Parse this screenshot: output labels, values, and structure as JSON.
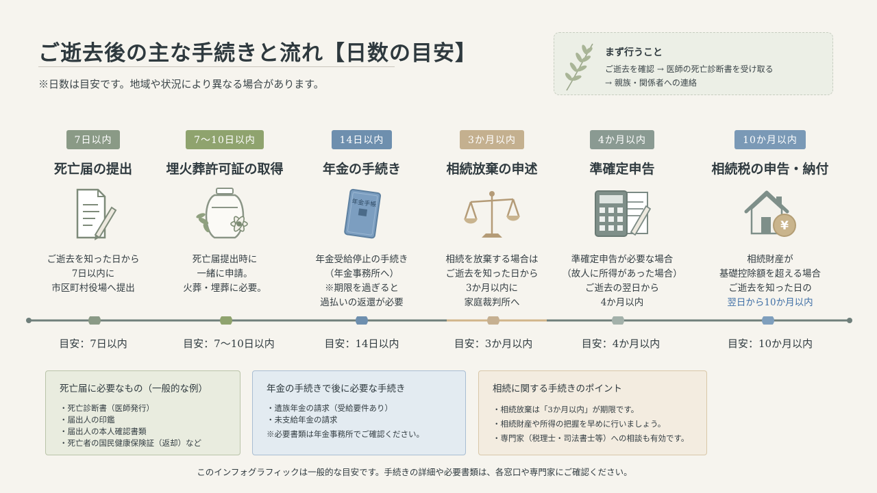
{
  "header": {
    "title": "ご逝去後の主な手続きと流れ【日数の目安】",
    "note": "※日数は目安です。地域や状況により異なる場合があります。"
  },
  "first_steps": {
    "title": "まず行うこと",
    "line1": "ご逝去を確認 → 医師の死亡診断書を受け取る",
    "line2": "→ 親族・関係者への連絡",
    "icon": "leaf-icon"
  },
  "steps": [
    {
      "badge": "7日以内",
      "badge_color": "#8a9a86",
      "title": "死亡届の提出",
      "icon": "document-pen-icon",
      "desc": [
        "ご逝去を知った日から",
        "7日以内に",
        "市区町村役場へ提出"
      ],
      "marker_label": "目安：7日以内",
      "marker_color": "#8a9a86"
    },
    {
      "badge": "7〜10日以内",
      "badge_color": "#8fa36e",
      "title": "埋火葬許可証の取得",
      "icon": "urn-flowers-icon",
      "desc": [
        "死亡届提出時に",
        "一緒に申請。",
        "火葬・埋葬に必要。"
      ],
      "marker_label": "目安：7〜10日以内",
      "marker_color": "#8fa36e"
    },
    {
      "badge": "14日以内",
      "badge_color": "#6e8fae",
      "title": "年金の手続き",
      "icon": "pension-book-icon",
      "icon_text": "年金手帳",
      "desc": [
        "年金受給停止の手続き",
        "（年金事務所へ）",
        "※期限を過ぎると",
        "過払いの返還が必要"
      ],
      "marker_label": "目安：14日以内",
      "marker_color": "#6e8fae"
    },
    {
      "badge": "3か月以内",
      "badge_color": "#c4b08f",
      "title": "相続放棄の申述",
      "icon": "scales-icon",
      "desc": [
        "相続を放棄する場合は",
        "ご逝去を知った日から",
        "3か月以内に",
        "家庭裁判所へ"
      ],
      "marker_label": "目安：3か月以内",
      "marker_color": "#c6b091"
    },
    {
      "badge": "4か月以内",
      "badge_color": "#8a9a92",
      "title": "準確定申告",
      "icon": "calculator-icon",
      "desc": [
        "準確定申告が必要な場合",
        "（故人に所得があった場合）",
        "ご逝去の翌日から",
        "4か月以内"
      ],
      "marker_label": "目安：4か月以内",
      "marker_color": "#a3b1aa"
    },
    {
      "badge": "10か月以内",
      "badge_color": "#7a99b6",
      "title": "相続税の申告・納付",
      "icon": "house-yen-icon",
      "icon_text": "¥",
      "desc": [
        "相続財産が",
        "基礎控除額を超える場合",
        "ご逝去を知った日の"
      ],
      "desc_highlight": "翌日から10か月以内",
      "marker_label": "目安：10か月以内",
      "marker_color": "#7f9fbd"
    }
  ],
  "cards": [
    {
      "title": "死亡届に必要なもの（一般的な例）",
      "items": [
        "・死亡診断書（医師発行）",
        "・届出人の印鑑",
        "・届出人の本人確認書類",
        "・死亡者の国民健康保険証（返却）など"
      ],
      "bg": "#e9ecdf",
      "border": "#b9c3a8"
    },
    {
      "title": "年金の手続きで後に必要な手続き",
      "items": [
        "・遺族年金の請求（受給要件あり）",
        "・未支給年金の請求",
        "※必要書類は年金事務所でご確認ください。"
      ],
      "bg": "#e3ebf1",
      "border": "#a8bdd2"
    },
    {
      "title": "相続に関する手続きのポイント",
      "items": [
        "・相続放棄は「3か月以内」が期限です。",
        "・相続財産や所得の把握を早めに行いましょう。",
        "・専門家（税理士・司法書士等）への相談も有効です。"
      ],
      "bg": "#f3ece0",
      "border": "#d8c7a8"
    }
  ],
  "footer": "このインフォグラフィックは一般的な目安です。手続きの詳細や必要書類は、各窓口や専門家にご確認ください。"
}
